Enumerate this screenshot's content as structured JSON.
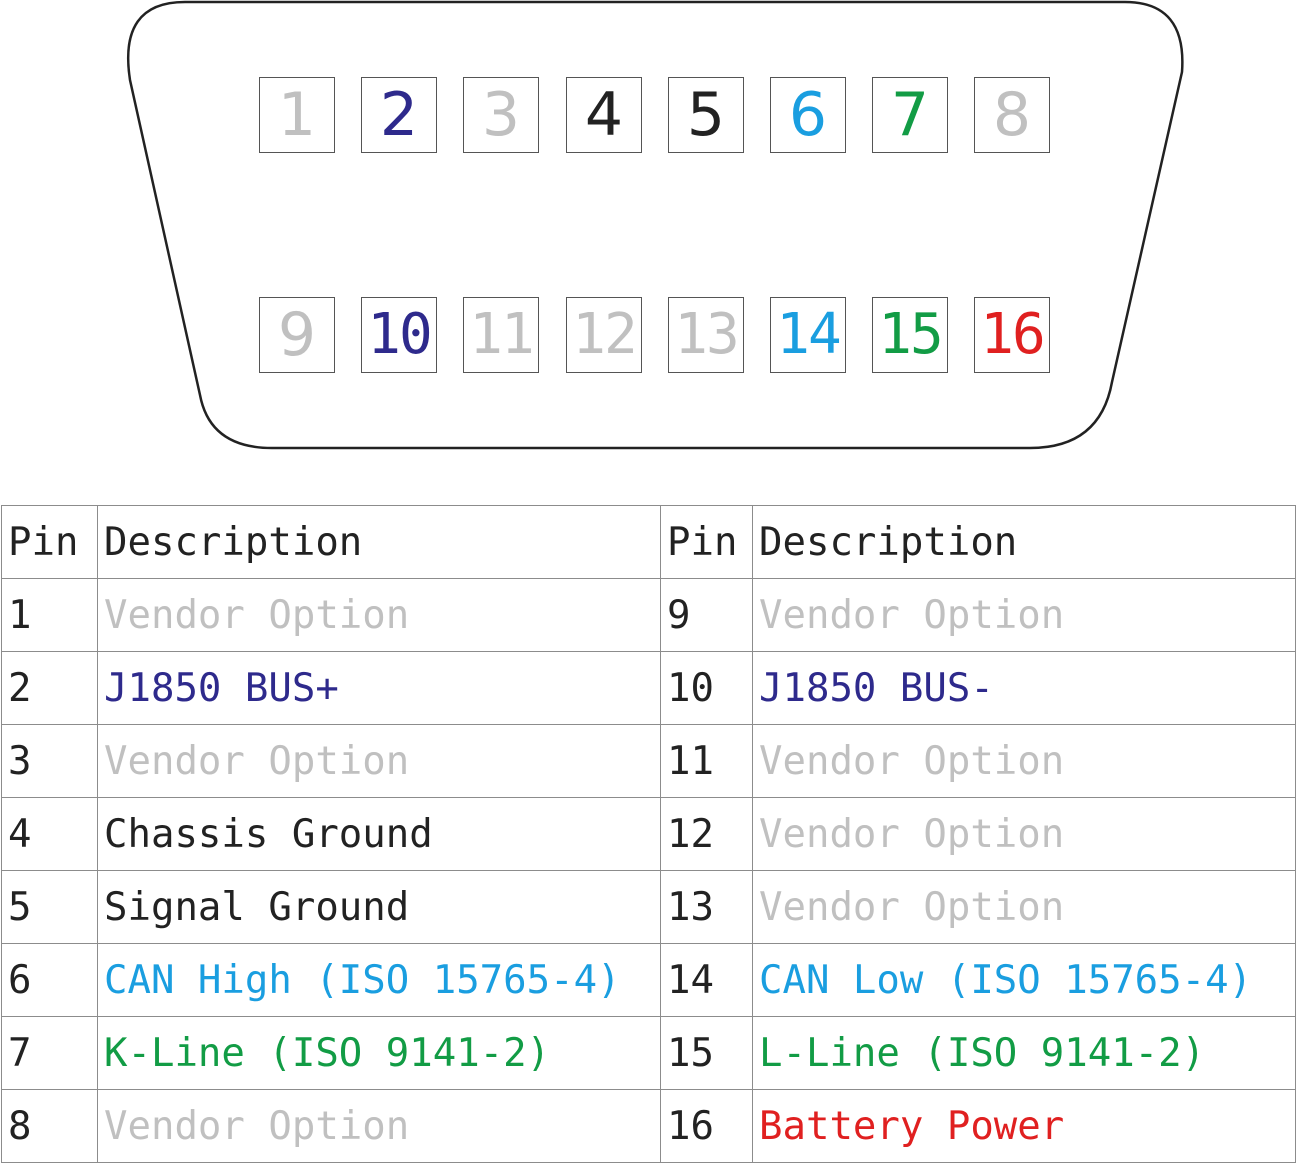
{
  "colors": {
    "vendor": "#c0c0c0",
    "j1850": "#2e2a8c",
    "ground": "#222222",
    "can": "#1a9ee0",
    "kline": "#129c45",
    "battery": "#e02020"
  },
  "connector": {
    "top_row": [
      {
        "pin": "1",
        "color": "#c0c0c0"
      },
      {
        "pin": "2",
        "color": "#2e2a8c"
      },
      {
        "pin": "3",
        "color": "#c0c0c0"
      },
      {
        "pin": "4",
        "color": "#222222"
      },
      {
        "pin": "5",
        "color": "#222222"
      },
      {
        "pin": "6",
        "color": "#1a9ee0"
      },
      {
        "pin": "7",
        "color": "#129c45"
      },
      {
        "pin": "8",
        "color": "#c0c0c0"
      }
    ],
    "bottom_row": [
      {
        "pin": "9",
        "color": "#c0c0c0"
      },
      {
        "pin": "10",
        "color": "#2e2a8c"
      },
      {
        "pin": "11",
        "color": "#c0c0c0"
      },
      {
        "pin": "12",
        "color": "#c0c0c0"
      },
      {
        "pin": "13",
        "color": "#c0c0c0"
      },
      {
        "pin": "14",
        "color": "#1a9ee0"
      },
      {
        "pin": "15",
        "color": "#129c45"
      },
      {
        "pin": "16",
        "color": "#e02020"
      }
    ]
  },
  "table": {
    "headers": {
      "pin": "Pin",
      "description": "Description"
    },
    "rows": [
      {
        "pin_left": "1",
        "desc_left": "Vendor Option",
        "color_left": "#c0c0c0",
        "pin_right": "9",
        "desc_right": "Vendor Option",
        "color_right": "#c0c0c0"
      },
      {
        "pin_left": "2",
        "desc_left": "J1850 BUS+",
        "color_left": "#2e2a8c",
        "pin_right": "10",
        "desc_right": "J1850 BUS-",
        "color_right": "#2e2a8c"
      },
      {
        "pin_left": "3",
        "desc_left": "Vendor Option",
        "color_left": "#c0c0c0",
        "pin_right": "11",
        "desc_right": "Vendor Option",
        "color_right": "#c0c0c0"
      },
      {
        "pin_left": "4",
        "desc_left": "Chassis Ground",
        "color_left": "#222222",
        "pin_right": "12",
        "desc_right": "Vendor Option",
        "color_right": "#c0c0c0"
      },
      {
        "pin_left": "5",
        "desc_left": "Signal Ground",
        "color_left": "#222222",
        "pin_right": "13",
        "desc_right": "Vendor Option",
        "color_right": "#c0c0c0"
      },
      {
        "pin_left": "6",
        "desc_left": "CAN High (ISO 15765-4)",
        "color_left": "#1a9ee0",
        "pin_right": "14",
        "desc_right": "CAN Low (ISO 15765-4)",
        "color_right": "#1a9ee0"
      },
      {
        "pin_left": "7",
        "desc_left": "K-Line (ISO 9141-2)",
        "color_left": "#129c45",
        "pin_right": "15",
        "desc_right": "L-Line (ISO 9141-2)",
        "color_right": "#129c45"
      },
      {
        "pin_left": "8",
        "desc_left": "Vendor Option",
        "color_left": "#c0c0c0",
        "pin_right": "16",
        "desc_right": "Battery Power",
        "color_right": "#e02020"
      }
    ]
  }
}
